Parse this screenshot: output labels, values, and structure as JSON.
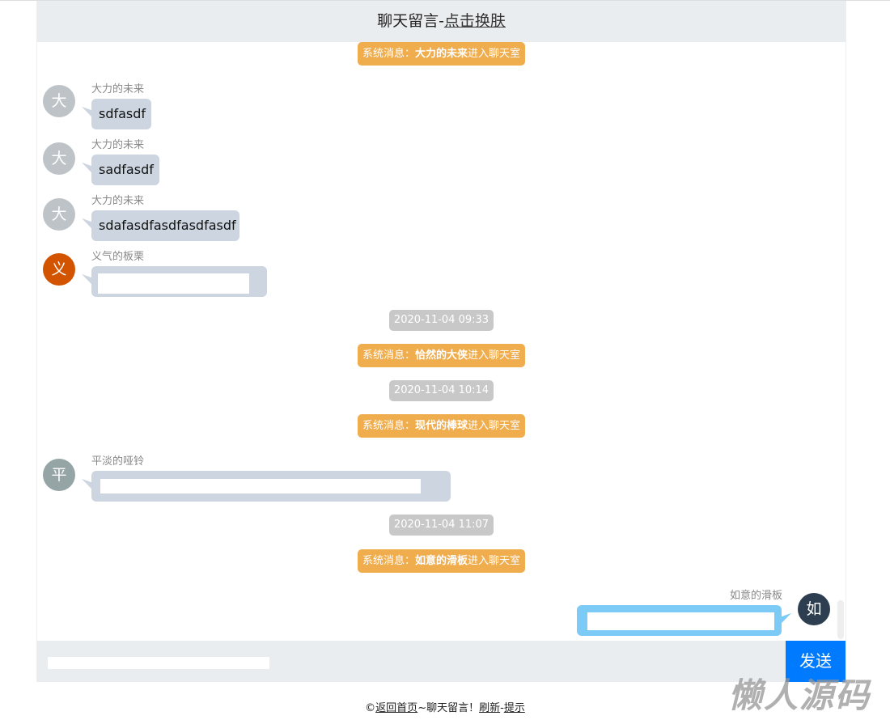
{
  "header": {
    "title": "聊天留言-",
    "skin_link": "点击换肤"
  },
  "messages": [
    {
      "type": "system",
      "prefix": "系统消息：",
      "user": "大力的未来",
      "suffix": "进入聊天室"
    },
    {
      "type": "chat",
      "avatar": "大",
      "name": "大力的未来",
      "text": "sdfasdf"
    },
    {
      "type": "chat",
      "avatar": "大",
      "name": "大力的未来",
      "text": "sadfasdf"
    },
    {
      "type": "chat",
      "avatar": "大",
      "name": "大力的未来",
      "text": "sdafasdfasdfasdfasdf"
    },
    {
      "type": "chat",
      "avatar": "义",
      "name": "义气的板栗"
    },
    {
      "type": "time",
      "text": "2020-11-04 09:33"
    },
    {
      "type": "system",
      "prefix": "系统消息：",
      "user": "恰然的大侠",
      "suffix": "进入聊天室"
    },
    {
      "type": "time",
      "text": "2020-11-04 10:14"
    },
    {
      "type": "system",
      "prefix": "系统消息：",
      "user": "现代的棒球",
      "suffix": "进入聊天室"
    },
    {
      "type": "chat",
      "avatar": "平",
      "name": "平淡的哑铃"
    },
    {
      "type": "time",
      "text": "2020-11-04 11:07"
    },
    {
      "type": "system",
      "prefix": "系统消息：",
      "user": "如意的滑板",
      "suffix": "进入聊天室"
    },
    {
      "type": "chat_self",
      "avatar": "如",
      "name": "如意的滑板"
    }
  ],
  "colors": {
    "system": "#f0ad4e",
    "time": "#c8c8c8",
    "bubble": "#ccd5e0",
    "self_bubble": "#7ccbf6",
    "send": "#007bff",
    "avatar_yi": "#d35400",
    "avatar_ping": "#95a5a6",
    "avatar_ru": "#2c3e50",
    "avatar_da": "#bdc3c7"
  },
  "input": {
    "send_label": "发送"
  },
  "footer": {
    "copy": "©",
    "home": "返回首页",
    "mid": "~聊天留言！",
    "refresh": "刷新",
    "sep": "-",
    "tip": "提示"
  },
  "watermark": "懒人源码"
}
